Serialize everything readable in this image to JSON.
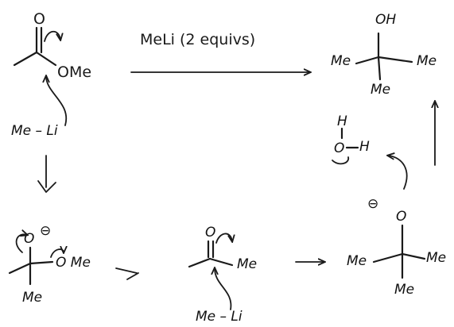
{
  "reaction": {
    "reagent_label": "MeLi (2 equivs)"
  },
  "labels": {
    "ester_ome": "OMe",
    "ester_o": "O",
    "meli_1": "Me – Li",
    "intermediate_o": "O",
    "intermediate_charge": "⊖",
    "intermediate_ome": "O Me",
    "intermediate_me": "Me",
    "ketone_o": "O",
    "ketone_me": "Me",
    "meli_2": "Me – Li",
    "alkoxide_o": "O",
    "alkoxide_charge": "⊖",
    "alkoxide_me_left": "Me",
    "alkoxide_me_right": "Me",
    "alkoxide_me_bottom": "Me",
    "water_h_top": "H",
    "water_o": "O",
    "water_h_right": "H",
    "product_oh": "OH",
    "product_me_left": "Me",
    "product_me_right": "Me",
    "product_me_bottom": "Me"
  }
}
